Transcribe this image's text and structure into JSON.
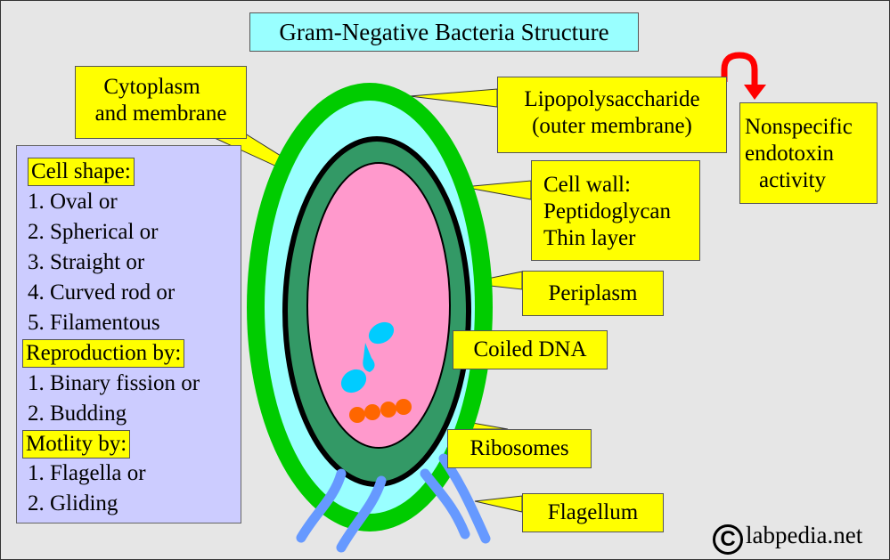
{
  "title": "Gram-Negative Bacteria Structure",
  "colors": {
    "background": "#e6e6e6",
    "label_fill": "#ffff00",
    "title_fill": "#99ffff",
    "panel_fill": "#ccccff",
    "outer_membrane": "#00cc00",
    "periplasm_outer": "#99ffff",
    "cell_wall": "#339966",
    "cytoplasm": "#ff99cc",
    "dna": "#00ccff",
    "ribosomes": "#ff6600",
    "flagella": "#6699ff",
    "arrow": "#ff0000"
  },
  "labels": {
    "cytoplasm": [
      "Cytoplasm",
      "and membrane"
    ],
    "lps": [
      "Lipopolysaccharide",
      "(outer membrane)"
    ],
    "endotoxin": [
      "Nonspecific",
      "endotoxin",
      "activity"
    ],
    "cell_wall": [
      "Cell wall:",
      "Peptidoglycan",
      "Thin layer"
    ],
    "periplasm": "Periplasm",
    "dna": "Coiled DNA",
    "ribosomes": "Ribosomes",
    "flagellum": "Flagellum"
  },
  "panel": {
    "cell_shape_header": "Cell shape:",
    "cell_shapes": [
      "1. Oval or",
      "2. Spherical or",
      "3. Straight or",
      "4. Curved rod or",
      "5. Filamentous"
    ],
    "reproduction_header": "Reproduction by:",
    "reproduction": [
      "1. Binary fission or",
      "2. Budding"
    ],
    "motility_header": "Motlity by:",
    "motility": [
      "1. Flagella or",
      "2. Gliding"
    ]
  },
  "copyright": {
    "symbol": "C",
    "text": "labpedia.net"
  }
}
